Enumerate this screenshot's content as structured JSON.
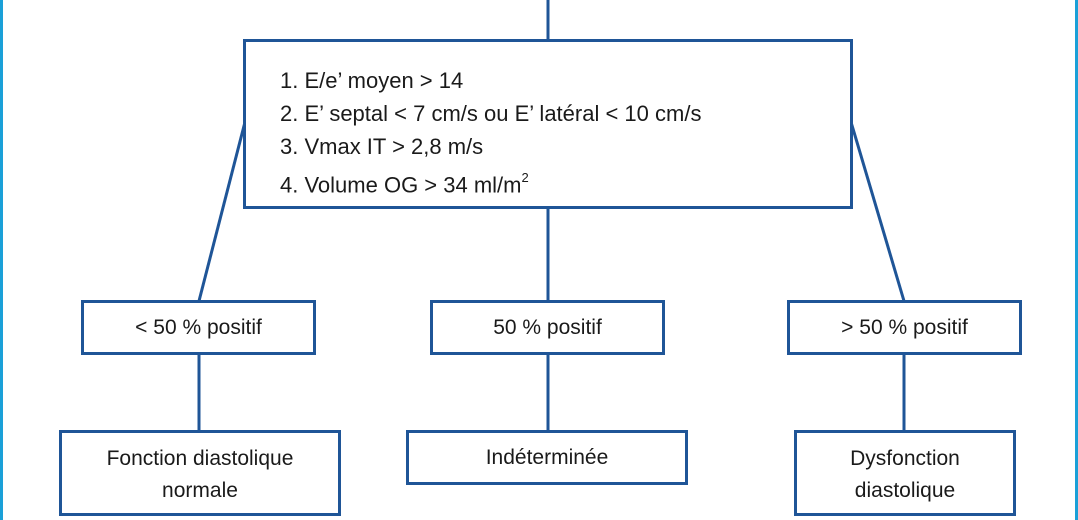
{
  "colors": {
    "box_border": "#1f5597",
    "frame": "#1aa0d8",
    "text": "#1a1a1a"
  },
  "criteria": {
    "items": [
      "1. E/e’ moyen > 14",
      "2. E’ septal < 7 cm/s ou E’ latéral < 10 cm/s",
      "3. Vmax IT > 2,8 m/s",
      "4. Volume OG > 34 ml/m"
    ],
    "item4_superscript": "2"
  },
  "outcomes": {
    "low": "< 50 % positif",
    "mid": "50 % positif",
    "high": "> 50 % positif"
  },
  "results": {
    "normal": "Fonction diastolique\nnormale",
    "indeterminate": "Indéterminée",
    "dysfunction": "Dysfonction\ndiastolique"
  }
}
